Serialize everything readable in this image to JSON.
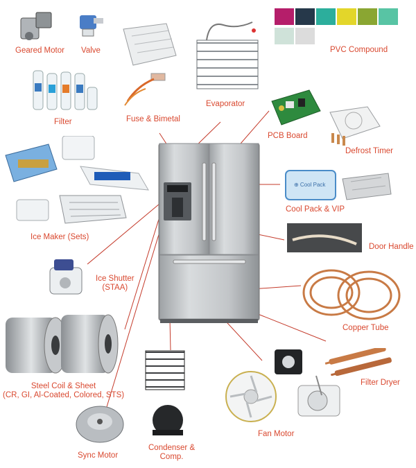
{
  "labels": {
    "geared_motor": "Geared Motor",
    "valve": "Valve",
    "fuse_bimetal": "Fuse & Bimetal",
    "evaporator": "Evaporator",
    "pvc_compound": "PVC Compound",
    "filter": "Filter",
    "pcb_board": "PCB Board",
    "defrost_timer": "Defrost Timer",
    "cool_pack_vip": "Cool Pack & VIP",
    "cool_pack_tag": "⊕ Cool Pack",
    "door_handle": "Door Handle",
    "ice_maker": "Ice Maker (Sets)",
    "ice_shutter_1": "Ice Shutter",
    "ice_shutter_2": "(STAA)",
    "copper_tube": "Copper Tube",
    "steel_coil_1": "Steel Coil & Sheet",
    "steel_coil_2": "(CR, GI, Al-Coated, Colored, STS)",
    "filter_dryer": "Filter Dryer",
    "fan_motor": "Fan Motor",
    "condenser_1": "Condenser &",
    "condenser_2": "Comp.",
    "sync_motor": "Sync Motor"
  },
  "colors": {
    "label": "#d9482f",
    "leader_line": "#c43a2a",
    "fridge_steel": "#c9ccce",
    "copper": "#c87a45"
  }
}
